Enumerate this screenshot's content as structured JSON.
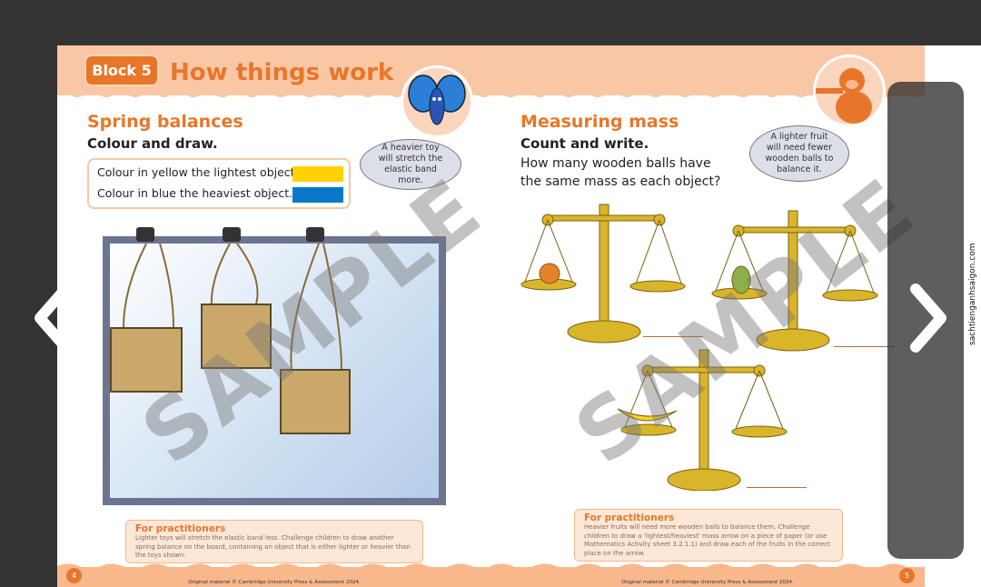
{
  "header": {
    "block_label": "Block 5",
    "title": "How things work"
  },
  "left_page": {
    "heading": "Spring balances",
    "instruction": "Colour and draw.",
    "key": [
      {
        "text": "Colour in yellow the lightest object.",
        "color": "#ffd200"
      },
      {
        "text": "Colour in blue the heaviest object.",
        "color": "#0a78c8"
      }
    ],
    "speech_bubble": "A heavier toy will stretch the elastic band more.",
    "practitioners": {
      "heading": "For practitioners",
      "text": "Lighter toys will stretch the elastic band less. Challenge children to draw another spring balance on the board, containing an object that is either lighter or heavier than the toys shown."
    },
    "page_number": "4",
    "copyright": "Original material © Cambridge University Press & Assessment 2024.",
    "watermark": "SAMPLE"
  },
  "right_page": {
    "heading": "Measuring mass",
    "instruction": "Count and write.",
    "question": "How many wooden balls have the same mass as each object?",
    "speech_bubble": "A lighter fruit will need fewer wooden balls to balance it.",
    "practitioners": {
      "heading": "For practitioners",
      "text": "Heavier fruits will need more wooden balls to balance them. Challenge children to draw a 'lightest/heaviest' mass arrow on a piece of paper (or use Mathematics Activity sheet 3.2.1.1) and draw each of the fruits in the correct place on the arrow."
    },
    "page_number": "5",
    "copyright": "Original material © Cambridge University Press & Assessment 2024.",
    "watermark": "SAMPLE"
  },
  "viewer": {
    "site": "sachtienganhsaigon.com",
    "prev_icon": "chevron-left-icon",
    "next_icon": "chevron-right-icon"
  }
}
